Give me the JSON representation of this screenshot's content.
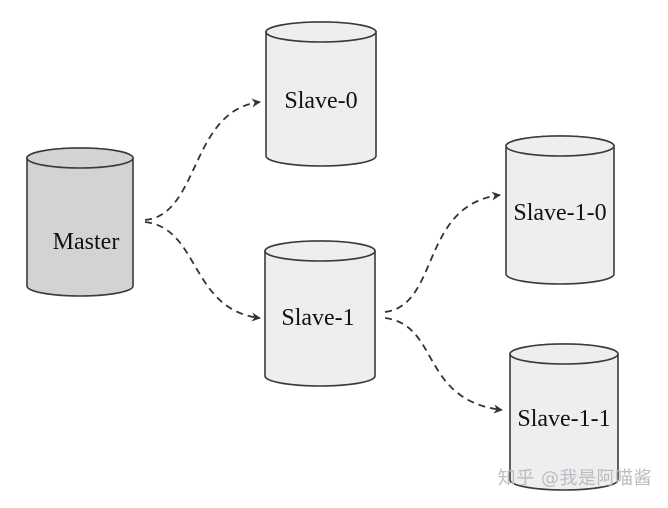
{
  "nodes": [
    {
      "id": "master",
      "label": "Master",
      "fill": "#d3d3d3"
    },
    {
      "id": "slave-0",
      "label": "Slave-0",
      "fill": "#eeeeee"
    },
    {
      "id": "slave-1",
      "label": "Slave-1",
      "fill": "#eeeeee"
    },
    {
      "id": "slave-1-0",
      "label": "Slave-1-0",
      "fill": "#eeeeee"
    },
    {
      "id": "slave-1-1",
      "label": "Slave-1-1",
      "fill": "#eeeeee"
    }
  ],
  "edges": [
    {
      "from": "master",
      "to": "slave-0",
      "style": "dashed-arrow"
    },
    {
      "from": "master",
      "to": "slave-1",
      "style": "dashed-arrow"
    },
    {
      "from": "slave-1",
      "to": "slave-1-0",
      "style": "dashed-arrow"
    },
    {
      "from": "slave-1",
      "to": "slave-1-1",
      "style": "dashed-arrow"
    }
  ],
  "watermark": "知乎 @我是阿喵酱",
  "colors": {
    "master_fill": "#d3d3d3",
    "slave_fill": "#eeeeee",
    "outline": "#3a3a3a",
    "edge": "#333333",
    "watermark": "#b9bcc2"
  }
}
